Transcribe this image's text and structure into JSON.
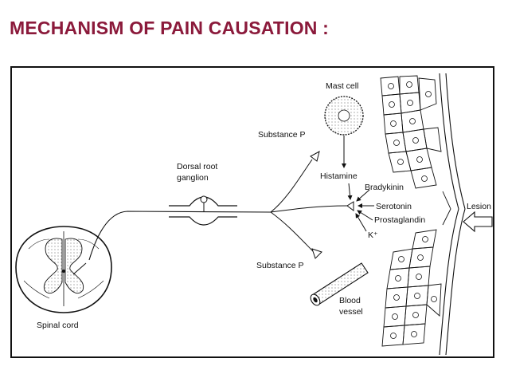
{
  "slide": {
    "title": "MECHANISM OF PAIN CAUSATION :",
    "title_color": "#8b1a3b"
  },
  "diagram": {
    "labels": {
      "mast_cell": "Mast cell",
      "substance_p_top": "Substance P",
      "dorsal_root_line1": "Dorsal root",
      "dorsal_root_line2": "ganglion",
      "histamine": "Histamine",
      "bradykinin": "Bradykinin",
      "serotonin": "Serotonin",
      "prostaglandin": "Prostaglandin",
      "potassium": "K⁺",
      "lesion": "Lesion",
      "substance_p_bottom": "Substance P",
      "blood_line1": "Blood",
      "blood_line2": "vessel",
      "spinal_cord": "Spinal cord"
    }
  }
}
